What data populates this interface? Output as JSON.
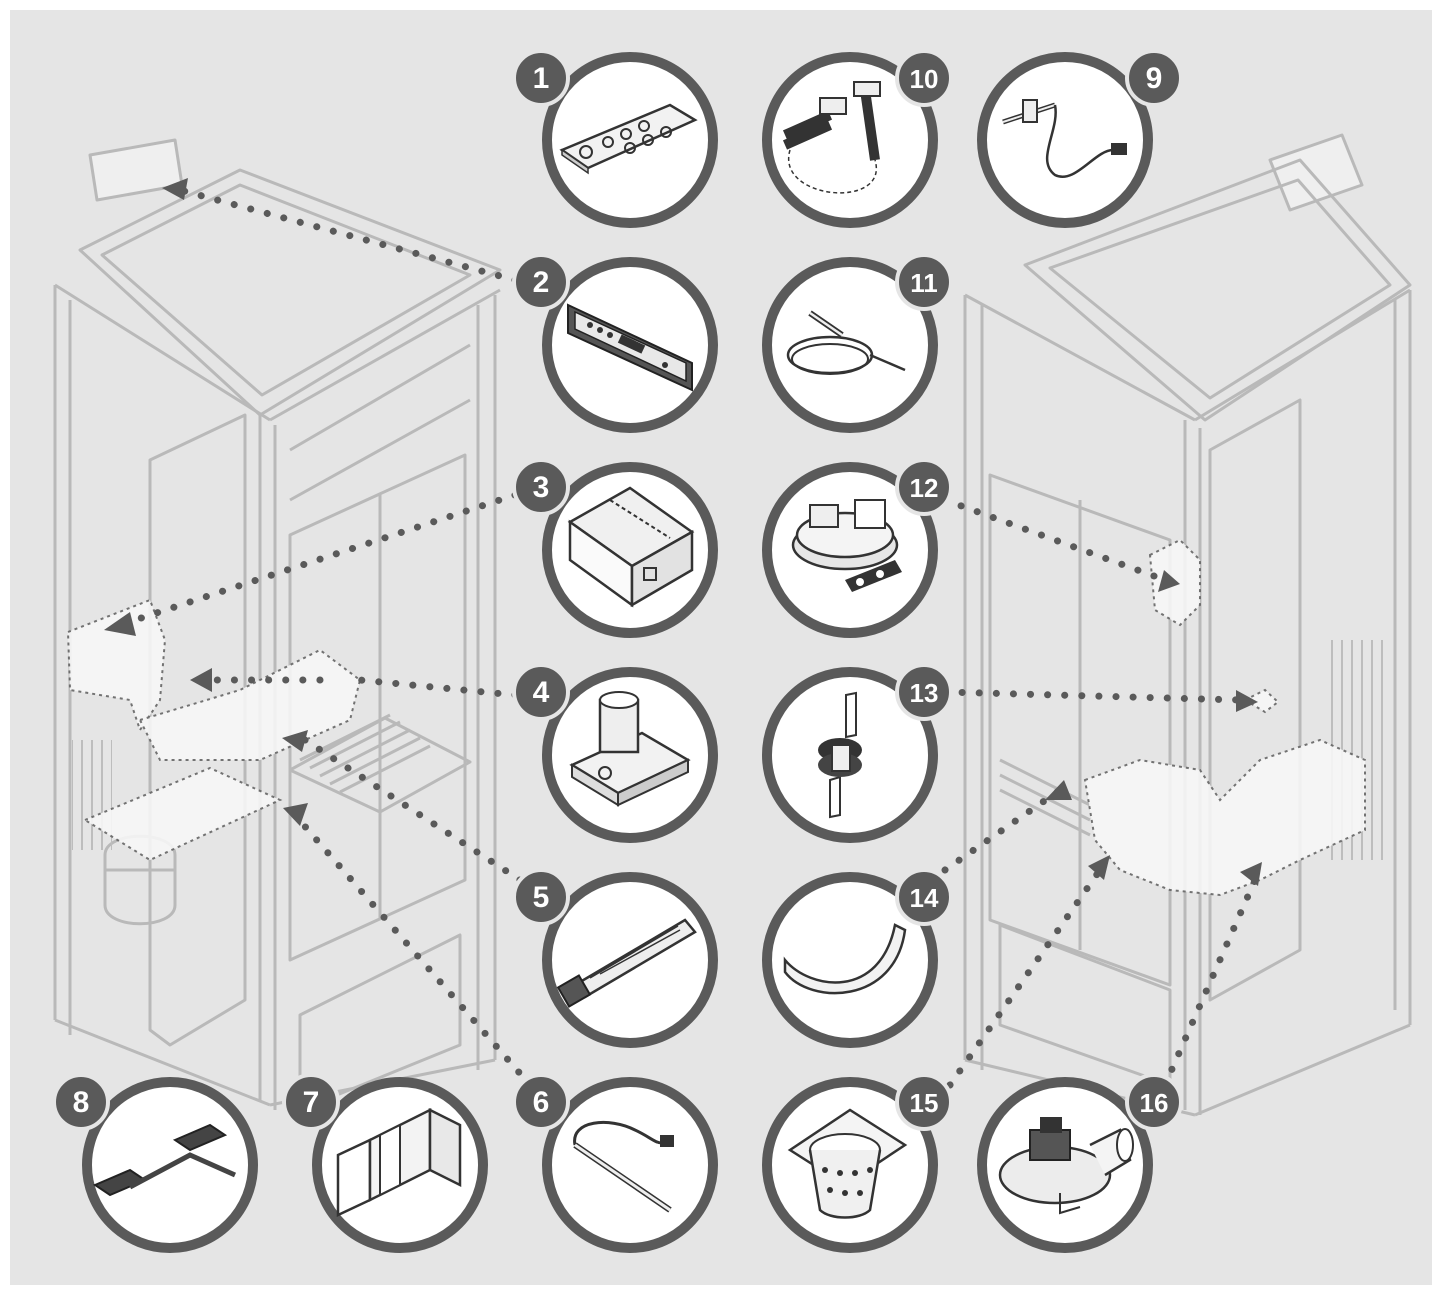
{
  "diagram": {
    "colors": {
      "background": "#e5e5e5",
      "frame": "#ffffff",
      "ring": "#5a5a5a",
      "badge": "#5a5a5a",
      "badge_text": "#ffffff",
      "leader": "#5a5a5a",
      "stove_line": "#b9b9b9",
      "highlight": "#f7f7f7"
    },
    "parts": [
      {
        "id": 1,
        "label": "1",
        "icon": "remote-control-icon"
      },
      {
        "id": 2,
        "label": "2",
        "icon": "control-panel-icon"
      },
      {
        "id": 3,
        "label": "3",
        "icon": "control-board-icon"
      },
      {
        "id": 4,
        "label": "4",
        "icon": "auger-gearmotor-icon"
      },
      {
        "id": 5,
        "label": "5",
        "icon": "ignition-heater-icon"
      },
      {
        "id": 6,
        "label": "6",
        "icon": "temperature-probe-icon"
      },
      {
        "id": 7,
        "label": "7",
        "icon": "sheet-metal-bracket-icon"
      },
      {
        "id": 8,
        "label": "8",
        "icon": "flat-cable-icon"
      },
      {
        "id": 9,
        "label": "9",
        "icon": "sensor-probe-icon"
      },
      {
        "id": 10,
        "label": "10",
        "icon": "ribbon-cable-icon"
      },
      {
        "id": 11,
        "label": "11",
        "icon": "thermocouple-cable-icon"
      },
      {
        "id": 12,
        "label": "12",
        "icon": "pressure-switch-icon"
      },
      {
        "id": 13,
        "label": "13",
        "icon": "safety-thermostat-icon"
      },
      {
        "id": 14,
        "label": "14",
        "icon": "gasket-strip-icon"
      },
      {
        "id": 15,
        "label": "15",
        "icon": "burn-pot-icon"
      },
      {
        "id": 16,
        "label": "16",
        "icon": "exhaust-fan-icon"
      }
    ]
  }
}
